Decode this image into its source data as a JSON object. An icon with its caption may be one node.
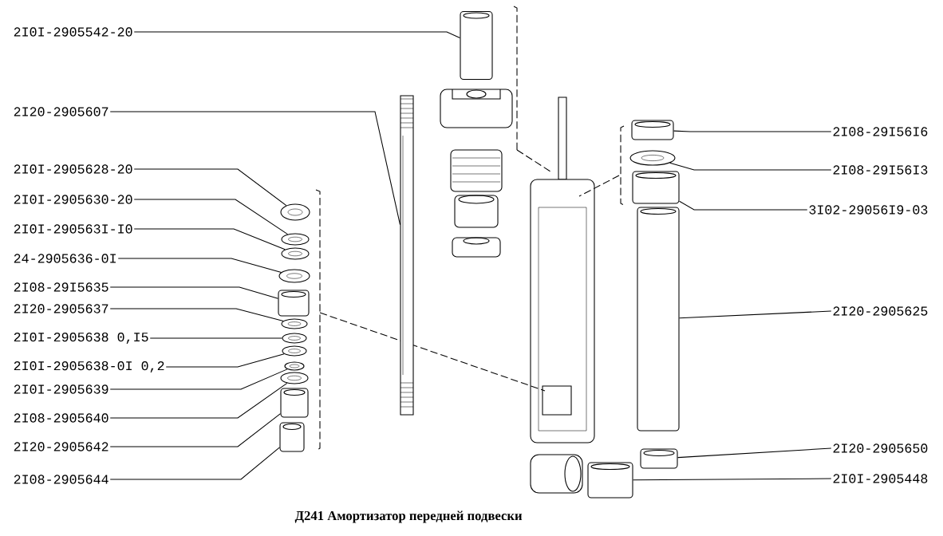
{
  "diagram": {
    "caption": "Д241 Амортизатор передней подвески",
    "nodes": [
      {
        "text": [
          "2I0I-2905542-20"
        ]
      },
      {
        "text": [
          "2I20-2905607"
        ]
      },
      {
        "text": [
          "2I0I-2905628-20"
        ]
      },
      {
        "text": [
          "2I0I-2905630-20"
        ]
      },
      {
        "text": [
          "2I0I-290563I-I0"
        ]
      },
      {
        "text": [
          "24-2905636-0I"
        ]
      },
      {
        "text": [
          "2I08-29I5635"
        ]
      },
      {
        "text": [
          "2I20-2905637"
        ]
      },
      {
        "text": [
          "2I0I-2905638 0,I5"
        ]
      },
      {
        "text": [
          "2I0I-2905638-0I 0,2"
        ]
      },
      {
        "text": [
          "2I0I-2905639"
        ]
      },
      {
        "text": [
          "2I08-2905640"
        ]
      },
      {
        "text": [
          "2I20-2905642"
        ]
      },
      {
        "text": [
          "2I08-2905644"
        ]
      },
      {
        "text": [
          "2I08-29I56I6"
        ]
      },
      {
        "text": [
          "2I08-29I56I3"
        ]
      },
      {
        "text": [
          "3I02-29056I9-03"
        ]
      },
      {
        "text": [
          "2I20-2905625"
        ]
      },
      {
        "text": [
          "2I20-2905650"
        ]
      },
      {
        "text": [
          "2I0I-2905448"
        ]
      },
      {
        "text": [],
        "shape": "picture"
      },
      {
        "text": [],
        "shape": "picture"
      },
      {
        "text": [],
        "shape": "picture"
      },
      {
        "text": [],
        "shape": "picture"
      },
      {
        "text": [],
        "shape": "picture"
      },
      {
        "text": [],
        "shape": "picture"
      },
      {
        "text": [],
        "shape": "picture"
      },
      {
        "text": [],
        "shape": "picture"
      },
      {
        "text": [],
        "shape": "picture"
      },
      {
        "text": [],
        "shape": "picture"
      },
      {
        "text": [],
        "shape": "picture"
      },
      {
        "text": [],
        "shape": "picture"
      },
      {
        "text": [],
        "shape": "picture"
      },
      {
        "text": [],
        "shape": "picture"
      },
      {
        "text": [],
        "shape": "picture"
      },
      {
        "text": [],
        "shape": "picture"
      },
      {
        "text": [],
        "shape": "picture"
      },
      {
        "text": [],
        "shape": "picture"
      },
      {
        "text": [],
        "shape": "picture"
      },
      {
        "text": [],
        "shape": "picture"
      }
    ],
    "edges": [
      {
        "from": 0,
        "to": 20,
        "arrow": "none"
      },
      {
        "from": 1,
        "to": 21,
        "arrow": "none"
      },
      {
        "from": 2,
        "to": 22,
        "arrow": "none"
      },
      {
        "from": 3,
        "to": 23,
        "arrow": "none"
      },
      {
        "from": 4,
        "to": 24,
        "arrow": "none"
      },
      {
        "from": 5,
        "to": 25,
        "arrow": "none"
      },
      {
        "from": 6,
        "to": 26,
        "arrow": "none"
      },
      {
        "from": 7,
        "to": 27,
        "arrow": "none"
      },
      {
        "from": 8,
        "to": 28,
        "arrow": "none"
      },
      {
        "from": 9,
        "to": 29,
        "arrow": "none"
      },
      {
        "from": 10,
        "to": 30,
        "arrow": "none"
      },
      {
        "from": 11,
        "to": 31,
        "arrow": "none"
      },
      {
        "from": 12,
        "to": 32,
        "arrow": "none"
      },
      {
        "from": 13,
        "to": 33,
        "arrow": "none"
      },
      {
        "from": 14,
        "to": 34,
        "arrow": "none"
      },
      {
        "from": 15,
        "to": 35,
        "arrow": "none"
      },
      {
        "from": 16,
        "to": 36,
        "arrow": "none"
      },
      {
        "from": 17,
        "to": 37,
        "arrow": "none"
      },
      {
        "from": 18,
        "to": 38,
        "arrow": "none"
      },
      {
        "from": 19,
        "to": 39,
        "arrow": "none"
      }
    ]
  }
}
